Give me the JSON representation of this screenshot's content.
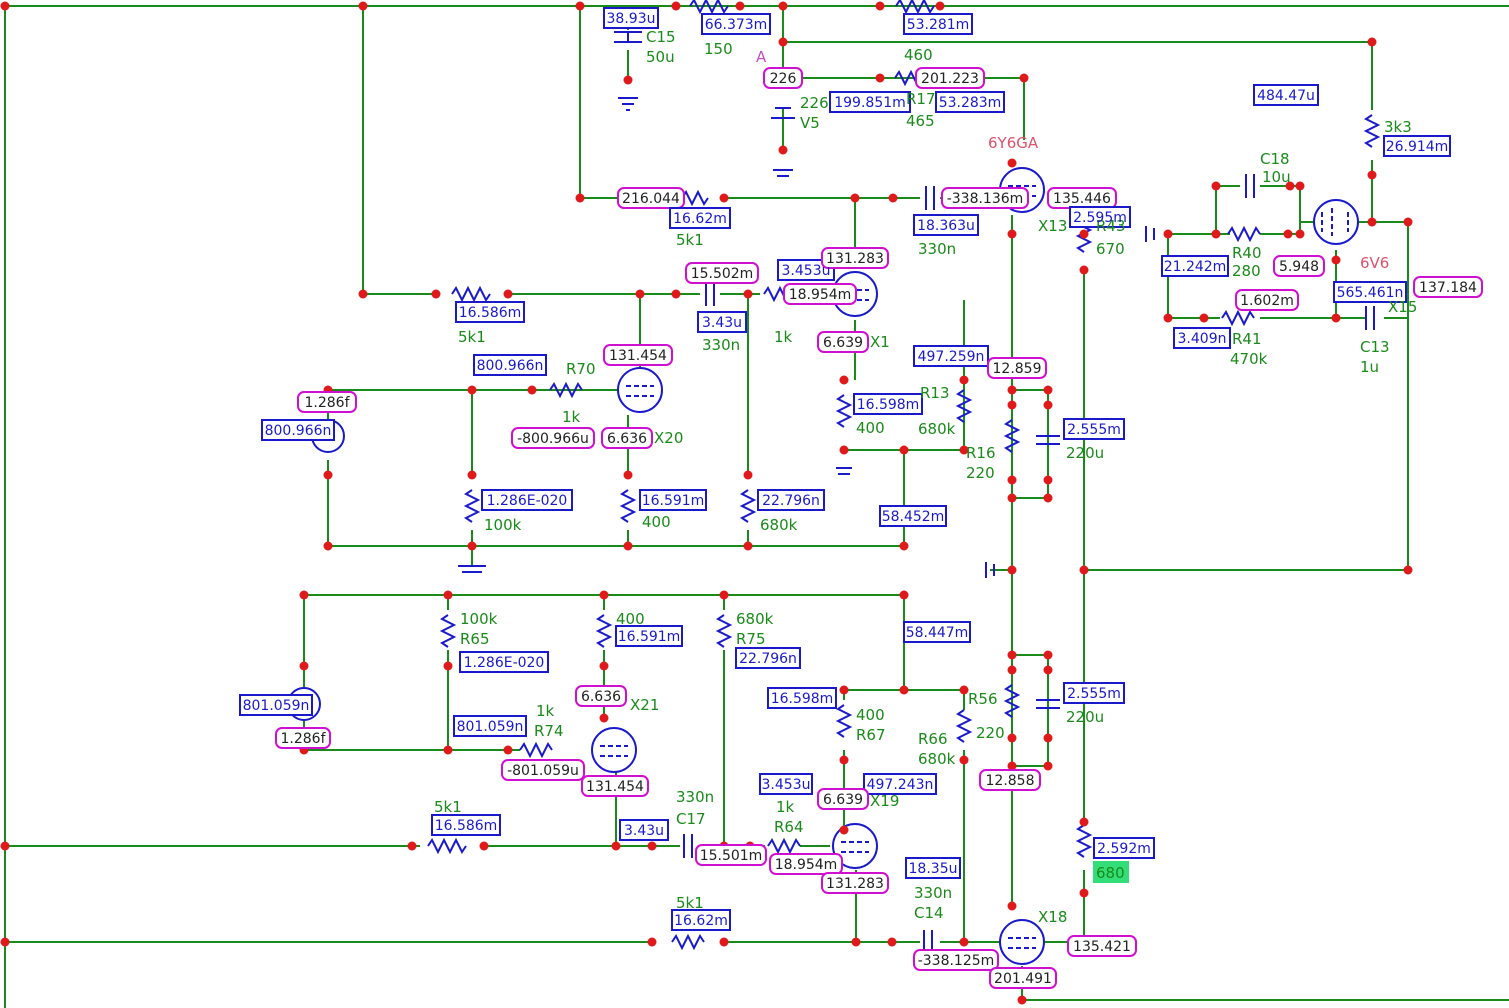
{
  "title_marker": "A",
  "colors": {
    "wire": "#1a8a1a",
    "node": "#e01a1a",
    "component": "#1a1acc",
    "voltage_box": "#d010d0",
    "current_box": "#1a1acc",
    "tube_name": "#e0506a",
    "highlight": "#33dd77"
  },
  "components": {
    "c15": {
      "name": "C15",
      "value": "50u"
    },
    "r150": {
      "value": "150"
    },
    "r460": {
      "value": "460"
    },
    "v5": {
      "name": "V5",
      "value": "226"
    },
    "r17": {
      "name": "R17",
      "value": "465"
    },
    "tube_6y6ga": {
      "name": "6Y6GA"
    },
    "r5k1_top": {
      "value": "5k1"
    },
    "c330n_top": {
      "value": "330n"
    },
    "x13": {
      "name": "X13"
    },
    "r43": {
      "name": "R43",
      "value": "670"
    },
    "c18": {
      "name": "C18",
      "value": "10u"
    },
    "r3k3": {
      "value": "3k3"
    },
    "r40": {
      "name": "R40",
      "value": "280"
    },
    "tube_6v6": {
      "name": "6V6"
    },
    "r41": {
      "name": "R41",
      "value": "470k"
    },
    "c13": {
      "name": "C13",
      "value": "1u"
    },
    "x15": {
      "name": "X15"
    },
    "r5k1_mid": {
      "value": "5k1"
    },
    "c330n_mid": {
      "value": "330n"
    },
    "r1k_mid": {
      "value": "1k"
    },
    "x1": {
      "name": "X1"
    },
    "r70": {
      "name": "R70",
      "value": "1k"
    },
    "x20": {
      "name": "X20"
    },
    "r13": {
      "name": "R13",
      "value": "680k"
    },
    "r16": {
      "name": "R16",
      "value": "220"
    },
    "c220u_top": {
      "value": "220u"
    },
    "r400_a": {
      "value": "400"
    },
    "r100k_a": {
      "value": "100k"
    },
    "r400_b": {
      "value": "400"
    },
    "r680k_a": {
      "value": "680k"
    },
    "r65": {
      "name": "R65",
      "value": "100k"
    },
    "r400_c": {
      "value": "400"
    },
    "r75": {
      "name": "R75",
      "value": "680k"
    },
    "x21": {
      "name": "X21"
    },
    "r74": {
      "name": "R74",
      "value": "1k"
    },
    "r67": {
      "name": "R67",
      "value": "400"
    },
    "r66": {
      "name": "R66",
      "value": "680k"
    },
    "r56": {
      "name": "R56",
      "value": "220"
    },
    "c220u_bot": {
      "value": "220u"
    },
    "r5k1_low": {
      "value": "5k1"
    },
    "c17": {
      "name": "C17",
      "value": "330n"
    },
    "r64": {
      "name": "R64",
      "value": "1k"
    },
    "x19": {
      "name": "X19"
    },
    "r680": {
      "value": "680"
    },
    "r5k1_bot": {
      "value": "5k1"
    },
    "c14": {
      "name": "C14",
      "value": "330n"
    },
    "x18": {
      "name": "X18"
    }
  },
  "readouts": {
    "c15_i": "38.93u",
    "r150_i": "66.373m",
    "r460_i": "53.281m",
    "v5_v": "226",
    "r17_v": "201.223",
    "v5_i": "199.851m",
    "r17_i": "53.283m",
    "r3k3_free": "484.47u",
    "r3k3_i": "26.914m",
    "node_216": "216.044",
    "r5k1_top_i": "16.62m",
    "grid_6y6": "-338.136m",
    "cath_6y6": "135.446",
    "c330_top_i": "18.363u",
    "r43_i": "2.595m",
    "c18_node": "21.242m",
    "r40_node": "5.948",
    "x15_v": "137.184",
    "x15_i": "565.461n",
    "r41_v": "1.602m",
    "r41_i": "3.409n",
    "node_15502": "15.502m",
    "x1_i": "3.453u",
    "x1_plate": "131.283",
    "x1_grid": "18.954m",
    "r5k1_mid_i": "16.586m",
    "c330_mid_i": "3.43u",
    "x1_cath": "6.639",
    "r70_i": "800.966n",
    "x20_plate": "131.454",
    "r13_i": "497.259n",
    "node_12859": "12.859",
    "src1_v": "1.286f",
    "src1_i": "800.966n",
    "x20_grid": "-800.966u",
    "x20_cath": "6.636",
    "r400_a_i": "16.598m",
    "c220_top_i": "2.555m",
    "r100k_a_i": "1.286E-020",
    "r400_b_i": "16.591m",
    "r680k_a_i": "22.796n",
    "node_58452": "58.452m",
    "r400_c_i": "16.591m",
    "r75_i": "22.796n",
    "node_58447": "58.447m",
    "r65_i": "1.286E-020",
    "x21_cath": "6.636",
    "src2_i": "801.059n",
    "src2_v": "1.286f",
    "r74_i": "801.059n",
    "x21_grid": "-801.059u",
    "x21_plate": "131.454",
    "r67_i": "16.598m",
    "c220_bot_i": "2.555m",
    "x19_i": "3.453u",
    "x19_r": "497.243n",
    "x19_cath": "6.639",
    "node_12858": "12.858",
    "r5k1_low_i": "16.586m",
    "c17_i": "3.43u",
    "c17_node": "15.501m",
    "x19_grid": "18.954m",
    "x19_plate": "131.283",
    "r680_i": "2.592m",
    "c14_i": "18.35u",
    "r5k1_bot_i": "16.62m",
    "grid_x18": "-338.125m",
    "x18_plate": "201.491",
    "x18_cath": "135.421"
  }
}
